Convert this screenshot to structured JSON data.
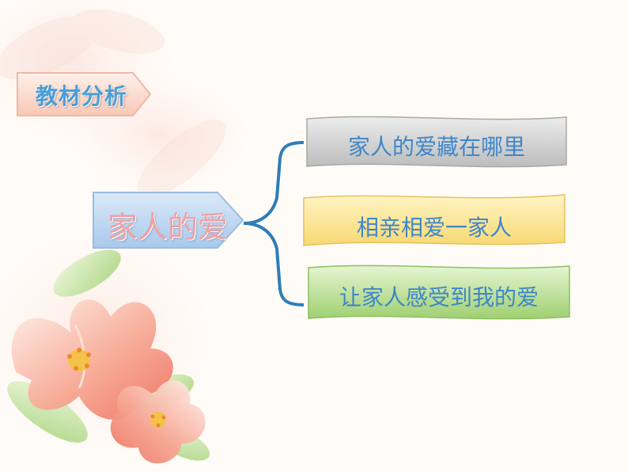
{
  "title_tag": {
    "label": "教材分析"
  },
  "central_topic": {
    "label": "家人的爱"
  },
  "branches": [
    {
      "label": "家人的爱藏在哪里",
      "fill": "#d4d4d4"
    },
    {
      "label": "相亲相爱一家人",
      "fill": "#fbe291"
    },
    {
      "label": "让家人感受到我的爱",
      "fill": "#b5dc8c"
    }
  ],
  "colors": {
    "title_text": "#4a9ed8",
    "central_text": "#f0a0a6",
    "branch_text": "#3f86c8",
    "connector": "#2f7db8",
    "central_fill": "#bcd7f0"
  }
}
